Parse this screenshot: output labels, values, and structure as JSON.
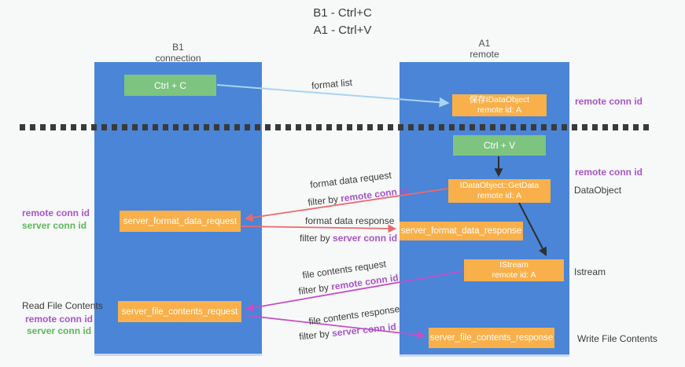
{
  "title": {
    "line1": "B1 - Ctrl+C",
    "line2": "A1 - Ctrl+V"
  },
  "lanes": {
    "left": {
      "name": "B1",
      "role": "connection"
    },
    "right": {
      "name": "A1",
      "role": "remote"
    }
  },
  "nodes": {
    "ctrl_c": {
      "label": "Ctrl + C"
    },
    "save_idataobject": {
      "line1": "保存IDataObject",
      "line2": "remote id: A"
    },
    "ctrl_v": {
      "label": "Ctrl + V"
    },
    "getdata": {
      "line1": "IDataObject::GetData",
      "line2": "remote id: A"
    },
    "format_request": {
      "label": "server_format_data_request"
    },
    "format_response": {
      "label": "server_format_data_response"
    },
    "istream": {
      "line1": "IStream",
      "line2": "remote id: A"
    },
    "file_request": {
      "label": "server_file_contents_request"
    },
    "file_response": {
      "label": "server_file_contents_response"
    }
  },
  "edge_labels": {
    "format_list": "format list",
    "format_data_request": "format data request",
    "format_data_response": "format data response",
    "file_contents_request": "file contents request",
    "file_contents_response": "file contents response",
    "filter_prefix": "filter by ",
    "remote_conn_id": "remote conn id",
    "server_conn_id": "server conn id"
  },
  "side_labels": {
    "remote_conn_id_top_right": "remote conn id",
    "remote_conn_id_mid_right": "remote conn id",
    "dataobject": "DataObject",
    "istream": "Istream",
    "write_file_contents": "Write File Contents",
    "remote_conn_id_left1": "remote conn id",
    "server_conn_id_left1": "server conn id",
    "read_file_contents": "Read File Contents",
    "remote_conn_id_left2": "remote conn id",
    "server_conn_id_left2": "server conn id"
  },
  "colors": {
    "lane_blue": "#4a85d7",
    "node_green": "#7cc47f",
    "node_orange": "#f9b04a",
    "arrow_light_blue": "#a9d3f2",
    "arrow_red": "#e96a6e",
    "arrow_magenta": "#c44fc6",
    "arrow_black": "#2f2f2f",
    "divider_dash": "#3a3a3a",
    "text_purple": "#a855c8",
    "text_green": "#5cb85c"
  }
}
